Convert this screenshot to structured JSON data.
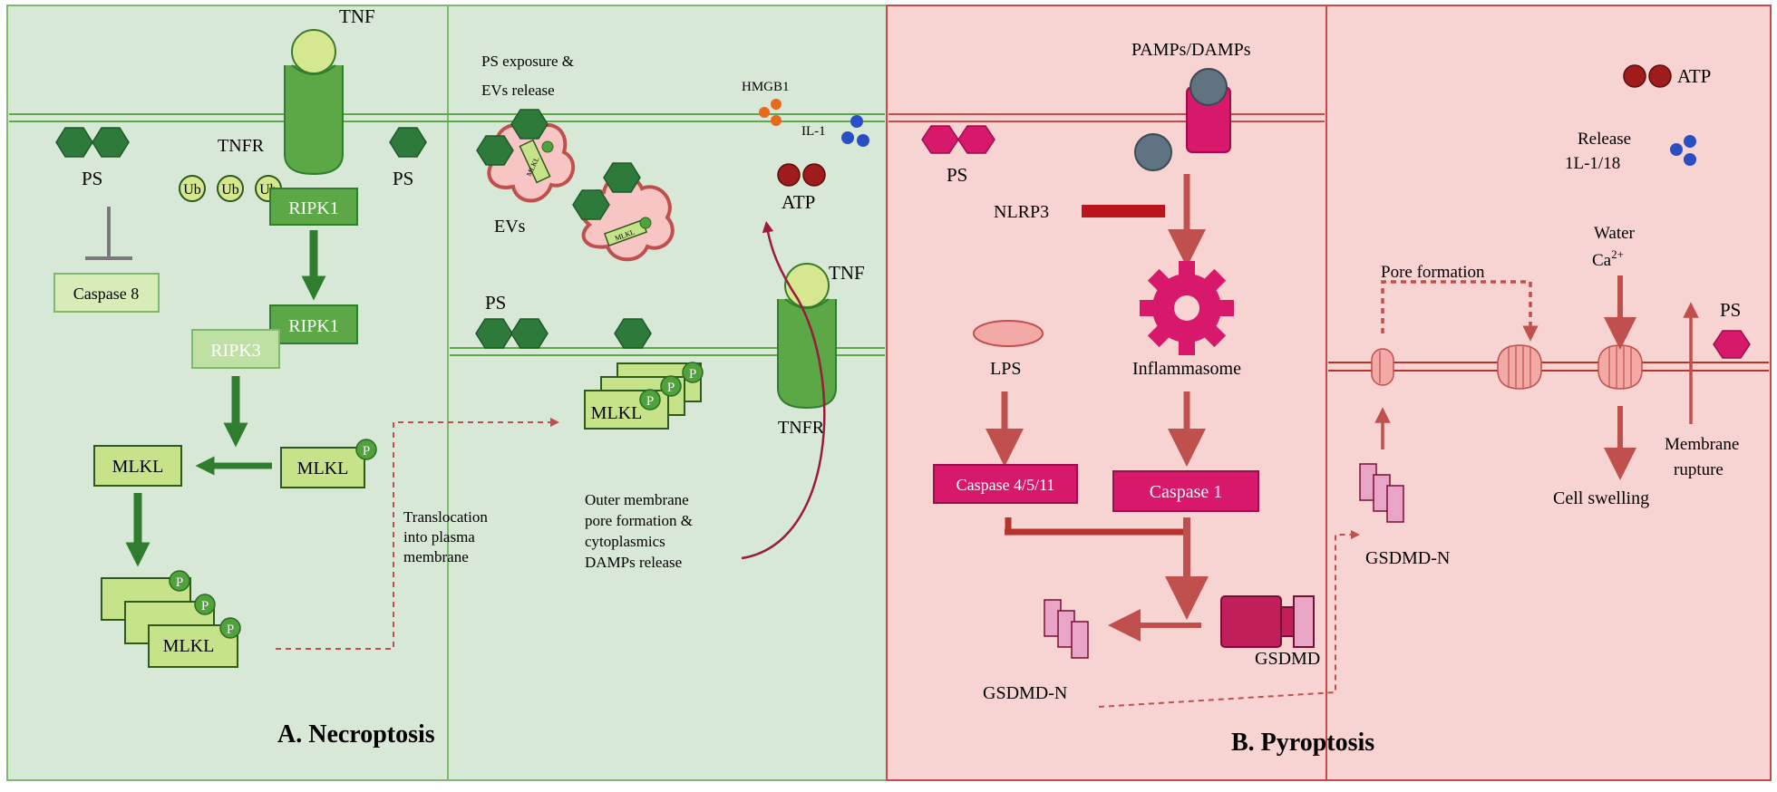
{
  "panels": {
    "a_title": "A. Necroptosis",
    "b_title": "B. Pyroptosis"
  },
  "necroptosis": {
    "tnf_top": "TNF",
    "tnfr_top": "TNFR",
    "ps_left": "PS",
    "ps_right": "PS",
    "ub": [
      "Ub",
      "Ub",
      "Ub"
    ],
    "ripk1_top": "RIPK1",
    "ripk1_mid": "RIPK1",
    "ripk3": "RIPK3",
    "caspase8": "Caspase 8",
    "mlkl_left": "MLKL",
    "mlkl_p": "MLKL",
    "mlkl_stack": "MLKL",
    "p": "P",
    "translocation": [
      "Translocation",
      "into plasma",
      "membrane"
    ],
    "ps_exposure": [
      "PS exposure &",
      "EVs release"
    ],
    "evs": "EVs",
    "mlkl_ev": "MLKL",
    "hmgb1": "HMGB1",
    "il1": "IL-1",
    "atp": "ATP",
    "tnf_mid": "TNF",
    "tnfr_mid": "TNFR",
    "ps_membrane": "PS",
    "mlkl_membrane": "MLKL",
    "outer_membrane": [
      "Outer membrane",
      "pore formation &",
      "cytoplasmics",
      "DAMPs release"
    ]
  },
  "pyroptosis": {
    "pamps": "PAMPs/DAMPs",
    "ps": "PS",
    "nlrp3": "NLRP3",
    "lps": "LPS",
    "inflammasome": "Inflammasome",
    "caspase_4511": "Caspase 4/5/11",
    "caspase_1": "Caspase 1",
    "gsdmd": "GSDMD",
    "gsdmd_n_bottom": "GSDMD-N",
    "atp": "ATP",
    "release": [
      "Release",
      "1L-1/18"
    ],
    "water": "Water",
    "ca": "Ca",
    "ca_sup": "2+",
    "pore_formation": "Pore formation",
    "ps_right": "PS",
    "membrane_rupture": [
      "Membrane",
      "rupture"
    ],
    "cell_swelling": "Cell swelling",
    "gsdmd_n_right": "GSDMD-N"
  },
  "colors": {
    "necro_bg": "#d8e8d6",
    "pyro_bg": "#f7d3d1",
    "necro_border": "#7dba6b",
    "pyro_border": "#c54b4b",
    "dark_green": "#2f7d2f",
    "light_green": "#c7e38a",
    "magenta": "#d8186b",
    "pyro_arrow": "#c0504d",
    "dark_red": "#8b1a1a"
  }
}
